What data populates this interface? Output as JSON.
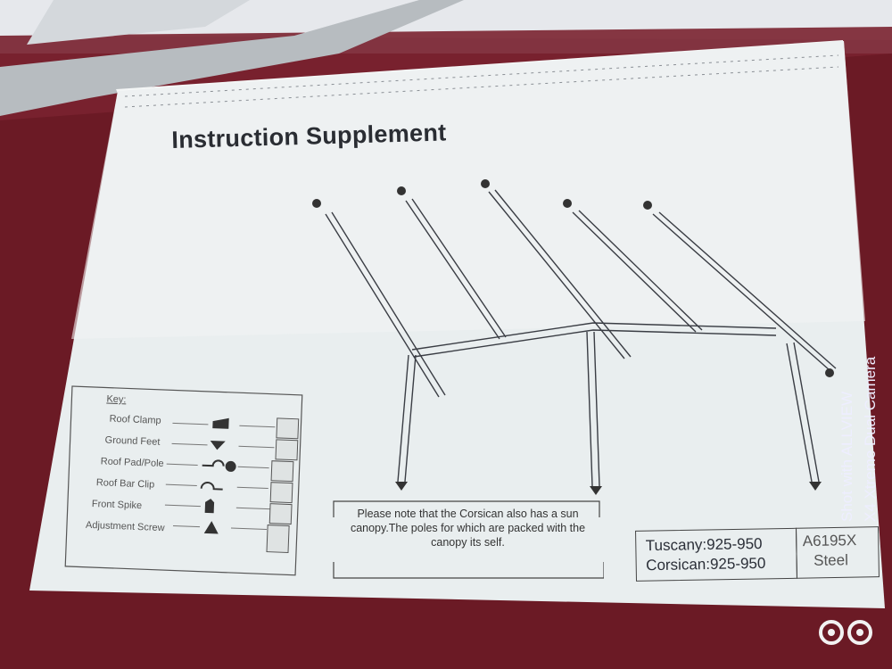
{
  "document": {
    "title": "Instruction Supplement",
    "key": {
      "heading": "Key:",
      "items": [
        {
          "label": "Roof Clamp",
          "icon": "roof-clamp-icon"
        },
        {
          "label": "Ground Feet",
          "icon": "ground-feet-icon"
        },
        {
          "label": "Roof Pad/Pole",
          "icon": "roof-pad-pole-icon"
        },
        {
          "label": "Roof Bar Clip",
          "icon": "roof-bar-clip-icon"
        },
        {
          "label": "Front Spike",
          "icon": "front-spike-icon"
        },
        {
          "label": "Adjustment Screw",
          "icon": "adjustment-screw-icon"
        }
      ]
    },
    "note": "Please note that the Corsican also has a sun canopy.The poles for which are packed with the canopy its self.",
    "spec": {
      "line1": "Tuscany:925-950",
      "line2": "Corsican:925-950",
      "code": "A6195X",
      "material": "Steel"
    }
  },
  "watermark": {
    "line1": "Shot with ALLVIEW",
    "line2": "X4 Xtreme Dual Camera"
  },
  "colors": {
    "fabric": "#6e1a26",
    "paper": "#eef2f2",
    "ink": "#2b2f38"
  }
}
